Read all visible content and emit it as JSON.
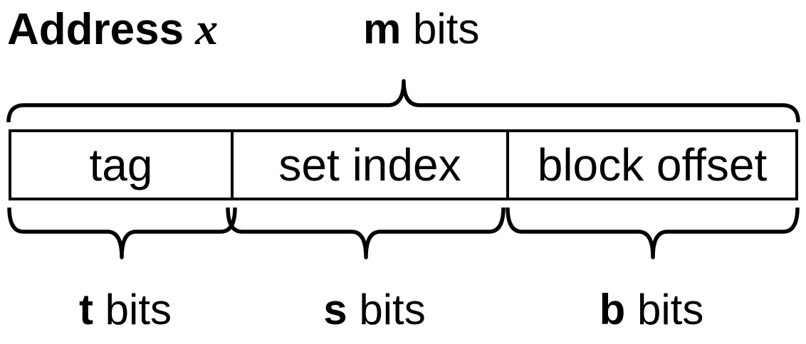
{
  "title": {
    "label": "Address",
    "variable": "x"
  },
  "top_label": {
    "symbol": "m",
    "suffix": " bits"
  },
  "fields": [
    {
      "name": "tag",
      "bits_symbol": "t",
      "bits_suffix": " bits"
    },
    {
      "name": "set index",
      "bits_symbol": "s",
      "bits_suffix": " bits"
    },
    {
      "name": "block offset",
      "bits_symbol": "b",
      "bits_suffix": " bits"
    }
  ],
  "colors": {
    "ink": "#000000",
    "background": "#ffffff"
  }
}
